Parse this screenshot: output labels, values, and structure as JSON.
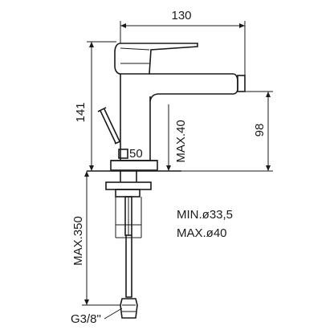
{
  "drawing": {
    "dims": {
      "width_top": "130",
      "height_total": "141",
      "spout_height": "98",
      "max_deck": "MAX.40",
      "base_square": "50",
      "hose_length": "MAX.350",
      "hole_min": "MIN.ø33,5",
      "hole_max": "MAX.ø40",
      "thread": "G3/8\""
    },
    "colors": {
      "stroke": "#1a1a1a",
      "background": "#ffffff"
    }
  }
}
